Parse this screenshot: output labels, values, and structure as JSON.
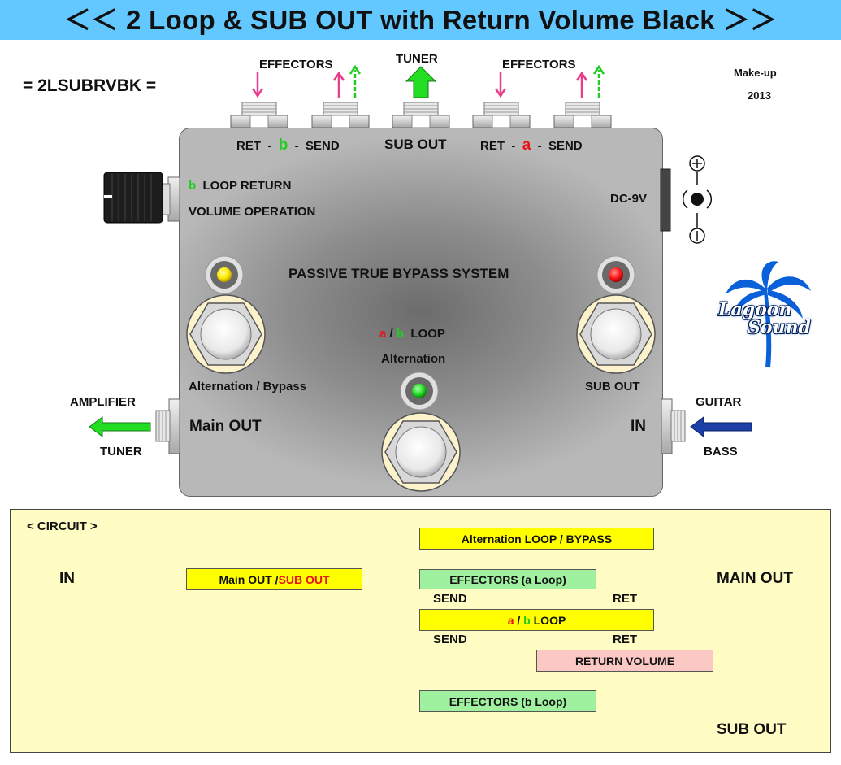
{
  "title": "＜＜ 2 Loop & SUB OUT with Return Volume Black ＞＞",
  "model_code": "= 2LSUBRVBK =",
  "makeup": {
    "line1": "Make-up",
    "line2": "2013"
  },
  "top_labels": {
    "effectors_left": "EFFECTORS",
    "tuner": "TUNER",
    "effectors_right": "EFFECTORS"
  },
  "jacks_top": {
    "ret": "RET",
    "dash": "-",
    "send": "SEND",
    "loop_b": "b",
    "loop_a": "a",
    "sub_out": "SUB OUT"
  },
  "knob": {
    "loop": "b",
    "line1": "LOOP  RETURN",
    "line2": "VOLUME  OPERATION"
  },
  "power": {
    "label": "DC-9V",
    "plus": "+",
    "minus": "−"
  },
  "system_label": "PASSIVE TRUE  BYPASS SYSTEM",
  "center_switch": {
    "a": "a",
    "slash": "/",
    "b": "b",
    "loop": "LOOP",
    "label2": "Alternation"
  },
  "left_switch_label": "Alternation / Bypass",
  "right_switch_label": "SUB OUT",
  "left_side": {
    "top": "AMPLIFIER",
    "jack": "Main OUT",
    "bottom": "TUNER"
  },
  "right_side": {
    "top": "GUITAR",
    "jack": "IN",
    "bottom": "BASS"
  },
  "logo": {
    "line1": "Lagoon",
    "line2": "Sound"
  },
  "circuit": {
    "header": "< CIRCUIT >",
    "in": "IN",
    "main_box": {
      "part1": "Main OUT / ",
      "part2": "SUB OUT"
    },
    "alt_box": "Alternation LOOP / BYPASS",
    "eff_a": "EFFECTORS  (a Loop)",
    "ab_box": {
      "a": "a",
      "slash": " / ",
      "b": "b",
      "loop": " LOOP"
    },
    "send1": "SEND",
    "ret1": "RET",
    "send2": "SEND",
    "ret2": "RET",
    "return_volume": "RETURN  VOLUME",
    "eff_b": "EFFECTORS  (b Loop)",
    "main_out": "MAIN OUT",
    "sub_out": "SUB OUT"
  },
  "colors": {
    "title_bar": "#62c8ff",
    "send_arrow": "#e83e8c",
    "return_arrow": "#22cc22",
    "flow_arrow": "#1c3fa8",
    "led_yellow": "#ffe800",
    "led_red": "#ff1a1a",
    "led_green": "#22dd22"
  }
}
